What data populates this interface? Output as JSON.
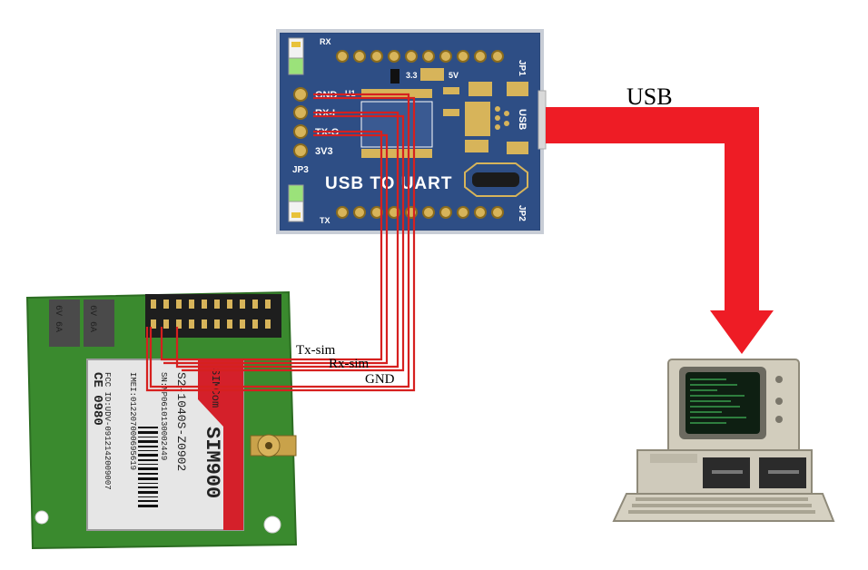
{
  "diagram": {
    "usb_label": "USB",
    "wire_labels": {
      "tx": "Tx-sim",
      "rx": "Rx-sim",
      "gnd": "GND"
    },
    "usb_uart_board": {
      "title": "USB TO UART",
      "pins": [
        "GND",
        "RX-I",
        "TX-O",
        "3V3"
      ],
      "jp1": "JP1",
      "jp2": "JP2",
      "jp3": "JP3",
      "rx": "RX",
      "tx": "TX",
      "u1": "U1",
      "usb_side": "USB",
      "v33": "3.3",
      "v5": "5V"
    },
    "sim_module": {
      "model": "SIM900",
      "code": "S2-1040S-Z0902",
      "brand": "SIMCom",
      "sn": "SN:MP0610130002449",
      "imei": "IMEI:012207000695619",
      "fcc": "FCC ID:UDV-0912142009007",
      "ce": "CE 0980",
      "relay_label": "6V 6A"
    },
    "colors": {
      "usb_arrow": "#ee1c25",
      "wire": "#d6201f",
      "pcb_blue": "#2b4a7e",
      "pcb_green": "#3a8a2e",
      "module_red": "#d4202a"
    }
  }
}
